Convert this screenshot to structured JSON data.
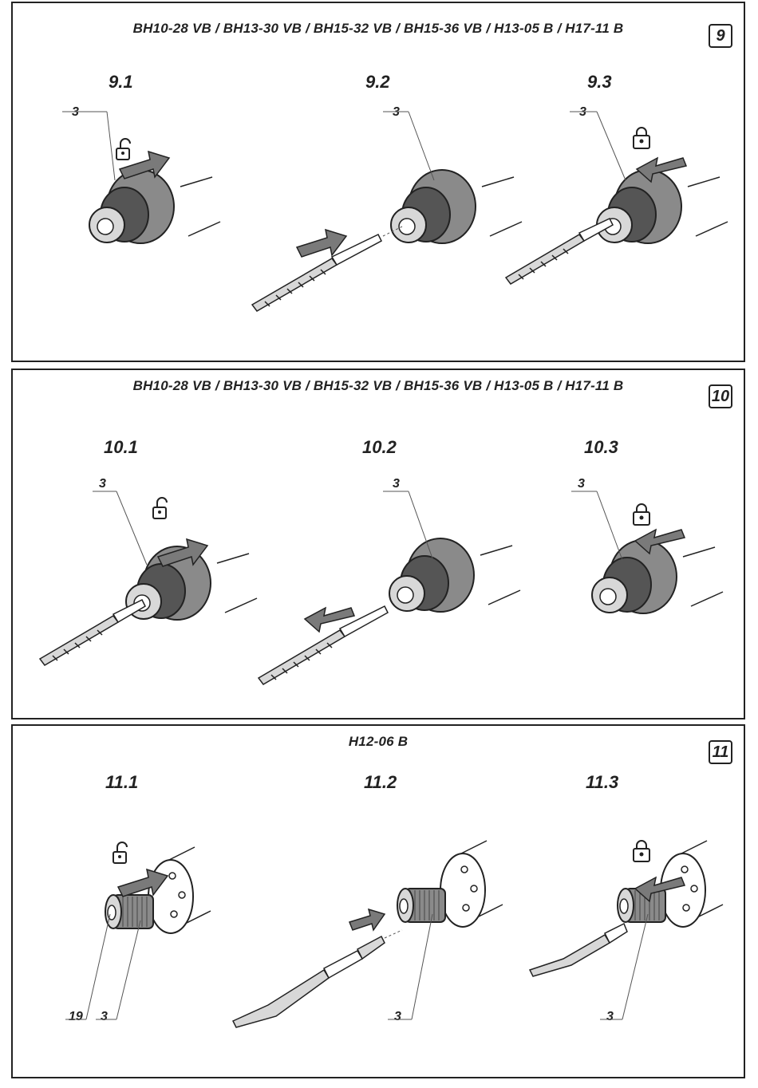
{
  "panels": [
    {
      "figure": "9",
      "models": "BH10-28 VB / BH13-30 VB / BH15-32 VB / BH15-36 VB / H13-05 B / H17-11 B",
      "steps": [
        {
          "label": "9.1",
          "callouts": [
            "3"
          ],
          "lock": "unlocked",
          "arrow": "push-ring"
        },
        {
          "label": "9.2",
          "callouts": [
            "3"
          ],
          "lock": "none",
          "arrow": "insert-bit"
        },
        {
          "label": "9.3",
          "callouts": [
            "3"
          ],
          "lock": "locked",
          "arrow": "release-ring"
        }
      ]
    },
    {
      "figure": "10",
      "models": "BH10-28 VB / BH13-30 VB / BH15-32 VB / BH15-36 VB / H13-05 B / H17-11 B",
      "steps": [
        {
          "label": "10.1",
          "callouts": [
            "3"
          ],
          "lock": "unlocked",
          "arrow": "push-ring"
        },
        {
          "label": "10.2",
          "callouts": [
            "3"
          ],
          "lock": "none",
          "arrow": "remove-bit"
        },
        {
          "label": "10.3",
          "callouts": [
            "3"
          ],
          "lock": "locked",
          "arrow": "release-ring"
        }
      ]
    },
    {
      "figure": "11",
      "models": "H12-06 B",
      "steps": [
        {
          "label": "11.1",
          "callouts": [
            "19",
            "3"
          ],
          "lock": "unlocked",
          "arrow": "push-ring"
        },
        {
          "label": "11.2",
          "callouts": [
            "3"
          ],
          "lock": "none",
          "arrow": "insert-chisel"
        },
        {
          "label": "11.3",
          "callouts": [
            "3"
          ],
          "lock": "locked",
          "arrow": "release-ring"
        }
      ]
    }
  ],
  "colors": {
    "line": "#222222",
    "arrow": "#7a7a7a",
    "chuck_dark": "#555555",
    "chuck_mid": "#8a8a8a",
    "chuck_light": "#d8d8d8"
  },
  "icons": [
    "padlock-open-icon",
    "padlock-closed-icon",
    "direction-arrow-icon"
  ]
}
